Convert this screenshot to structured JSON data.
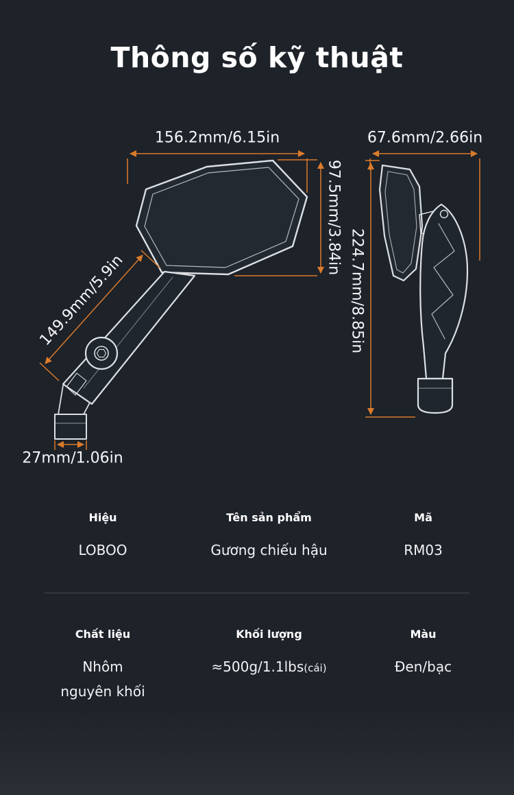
{
  "page": {
    "title": "Thông số kỹ thuật",
    "background_color": "#1e2229",
    "accent_color": "#db7b2b",
    "drawing_line_color": "#dce0e4"
  },
  "dimensions": {
    "mirror_width": "156.2mm/6.15in",
    "mirror_height": "97.5mm/3.84in",
    "stem_length": "149.9mm/5.9in",
    "clamp_diameter": "27mm/1.06in",
    "front_width": "67.6mm/2.66in",
    "total_height": "224.7mm/8.85in"
  },
  "spec_table": {
    "rows": [
      {
        "cells": [
          {
            "label": "Hiệu",
            "value": "LOBOO",
            "suffix": ""
          },
          {
            "label": "Tên sản phẩm",
            "value": "Gương chiếu hậu",
            "suffix": ""
          },
          {
            "label": "Mã",
            "value": "RM03",
            "suffix": ""
          }
        ]
      },
      {
        "cells": [
          {
            "label": "Chất liệu",
            "value": "Nhôm nguyên khối",
            "suffix": ""
          },
          {
            "label": "Khối lượng",
            "value": "≈500g/1.1lbs",
            "suffix": "(cái)"
          },
          {
            "label": "Màu",
            "value": "Đen/bạc",
            "suffix": ""
          }
        ]
      }
    ]
  }
}
